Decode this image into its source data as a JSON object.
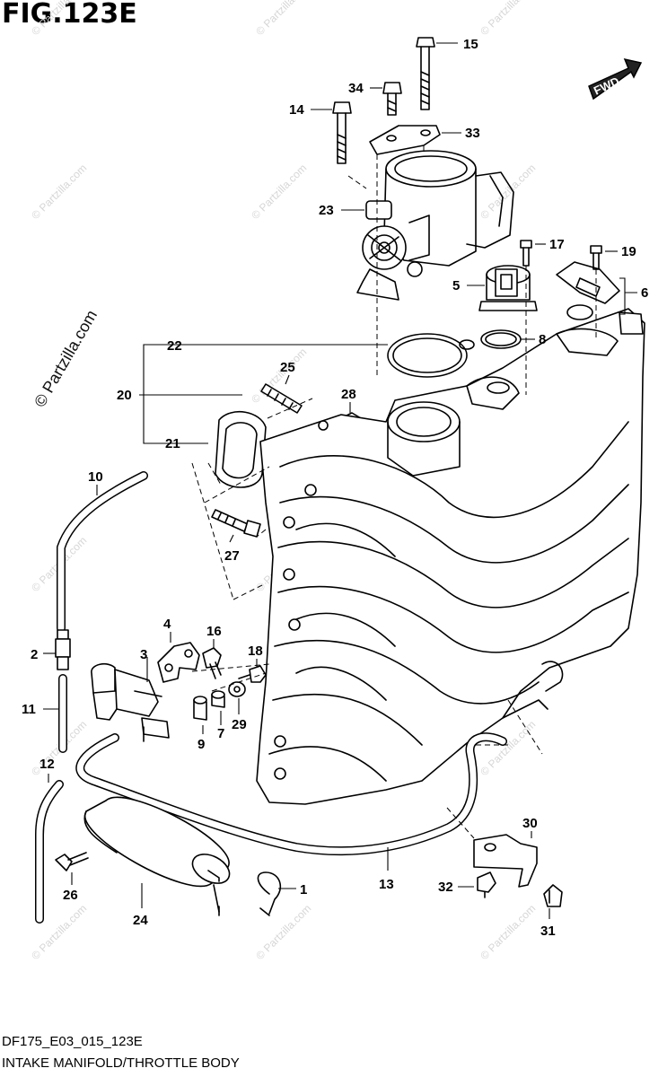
{
  "figure": {
    "title": "FIG.123E",
    "code": "DF175_E03_015_123E",
    "caption": "INTAKE MANIFOLD/THROTTLE BODY",
    "fwd_badge": "FWD",
    "watermark": "© Partzilla.com",
    "side_watermark": "© Partzilla.com"
  },
  "parts": [
    {
      "ref": "1"
    },
    {
      "ref": "2"
    },
    {
      "ref": "3"
    },
    {
      "ref": "4"
    },
    {
      "ref": "5"
    },
    {
      "ref": "6"
    },
    {
      "ref": "7"
    },
    {
      "ref": "8"
    },
    {
      "ref": "9"
    },
    {
      "ref": "10"
    },
    {
      "ref": "11"
    },
    {
      "ref": "12"
    },
    {
      "ref": "13"
    },
    {
      "ref": "14"
    },
    {
      "ref": "15"
    },
    {
      "ref": "16"
    },
    {
      "ref": "17"
    },
    {
      "ref": "18"
    },
    {
      "ref": "19"
    },
    {
      "ref": "20"
    },
    {
      "ref": "21"
    },
    {
      "ref": "22"
    },
    {
      "ref": "23"
    },
    {
      "ref": "24"
    },
    {
      "ref": "25"
    },
    {
      "ref": "26"
    },
    {
      "ref": "27"
    },
    {
      "ref": "28"
    },
    {
      "ref": "29"
    },
    {
      "ref": "30"
    },
    {
      "ref": "31"
    },
    {
      "ref": "32"
    },
    {
      "ref": "33"
    },
    {
      "ref": "34"
    }
  ]
}
